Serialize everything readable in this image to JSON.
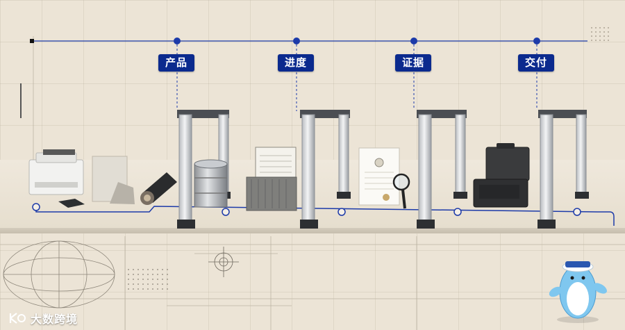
{
  "stages": [
    {
      "label": "产品",
      "item": "goods"
    },
    {
      "label": "进度",
      "item": "container"
    },
    {
      "label": "证据",
      "item": "certificate"
    },
    {
      "label": "交付",
      "item": "toolcase"
    }
  ],
  "brand": {
    "name": "大数跨境",
    "icon": "k-logo-icon"
  },
  "mascot": {
    "icon": "dolphin-captain-mascot"
  },
  "colors": {
    "timeline": "#1c3aa9",
    "label_bg": "#0b2a8e",
    "background": "#ece4d6"
  }
}
